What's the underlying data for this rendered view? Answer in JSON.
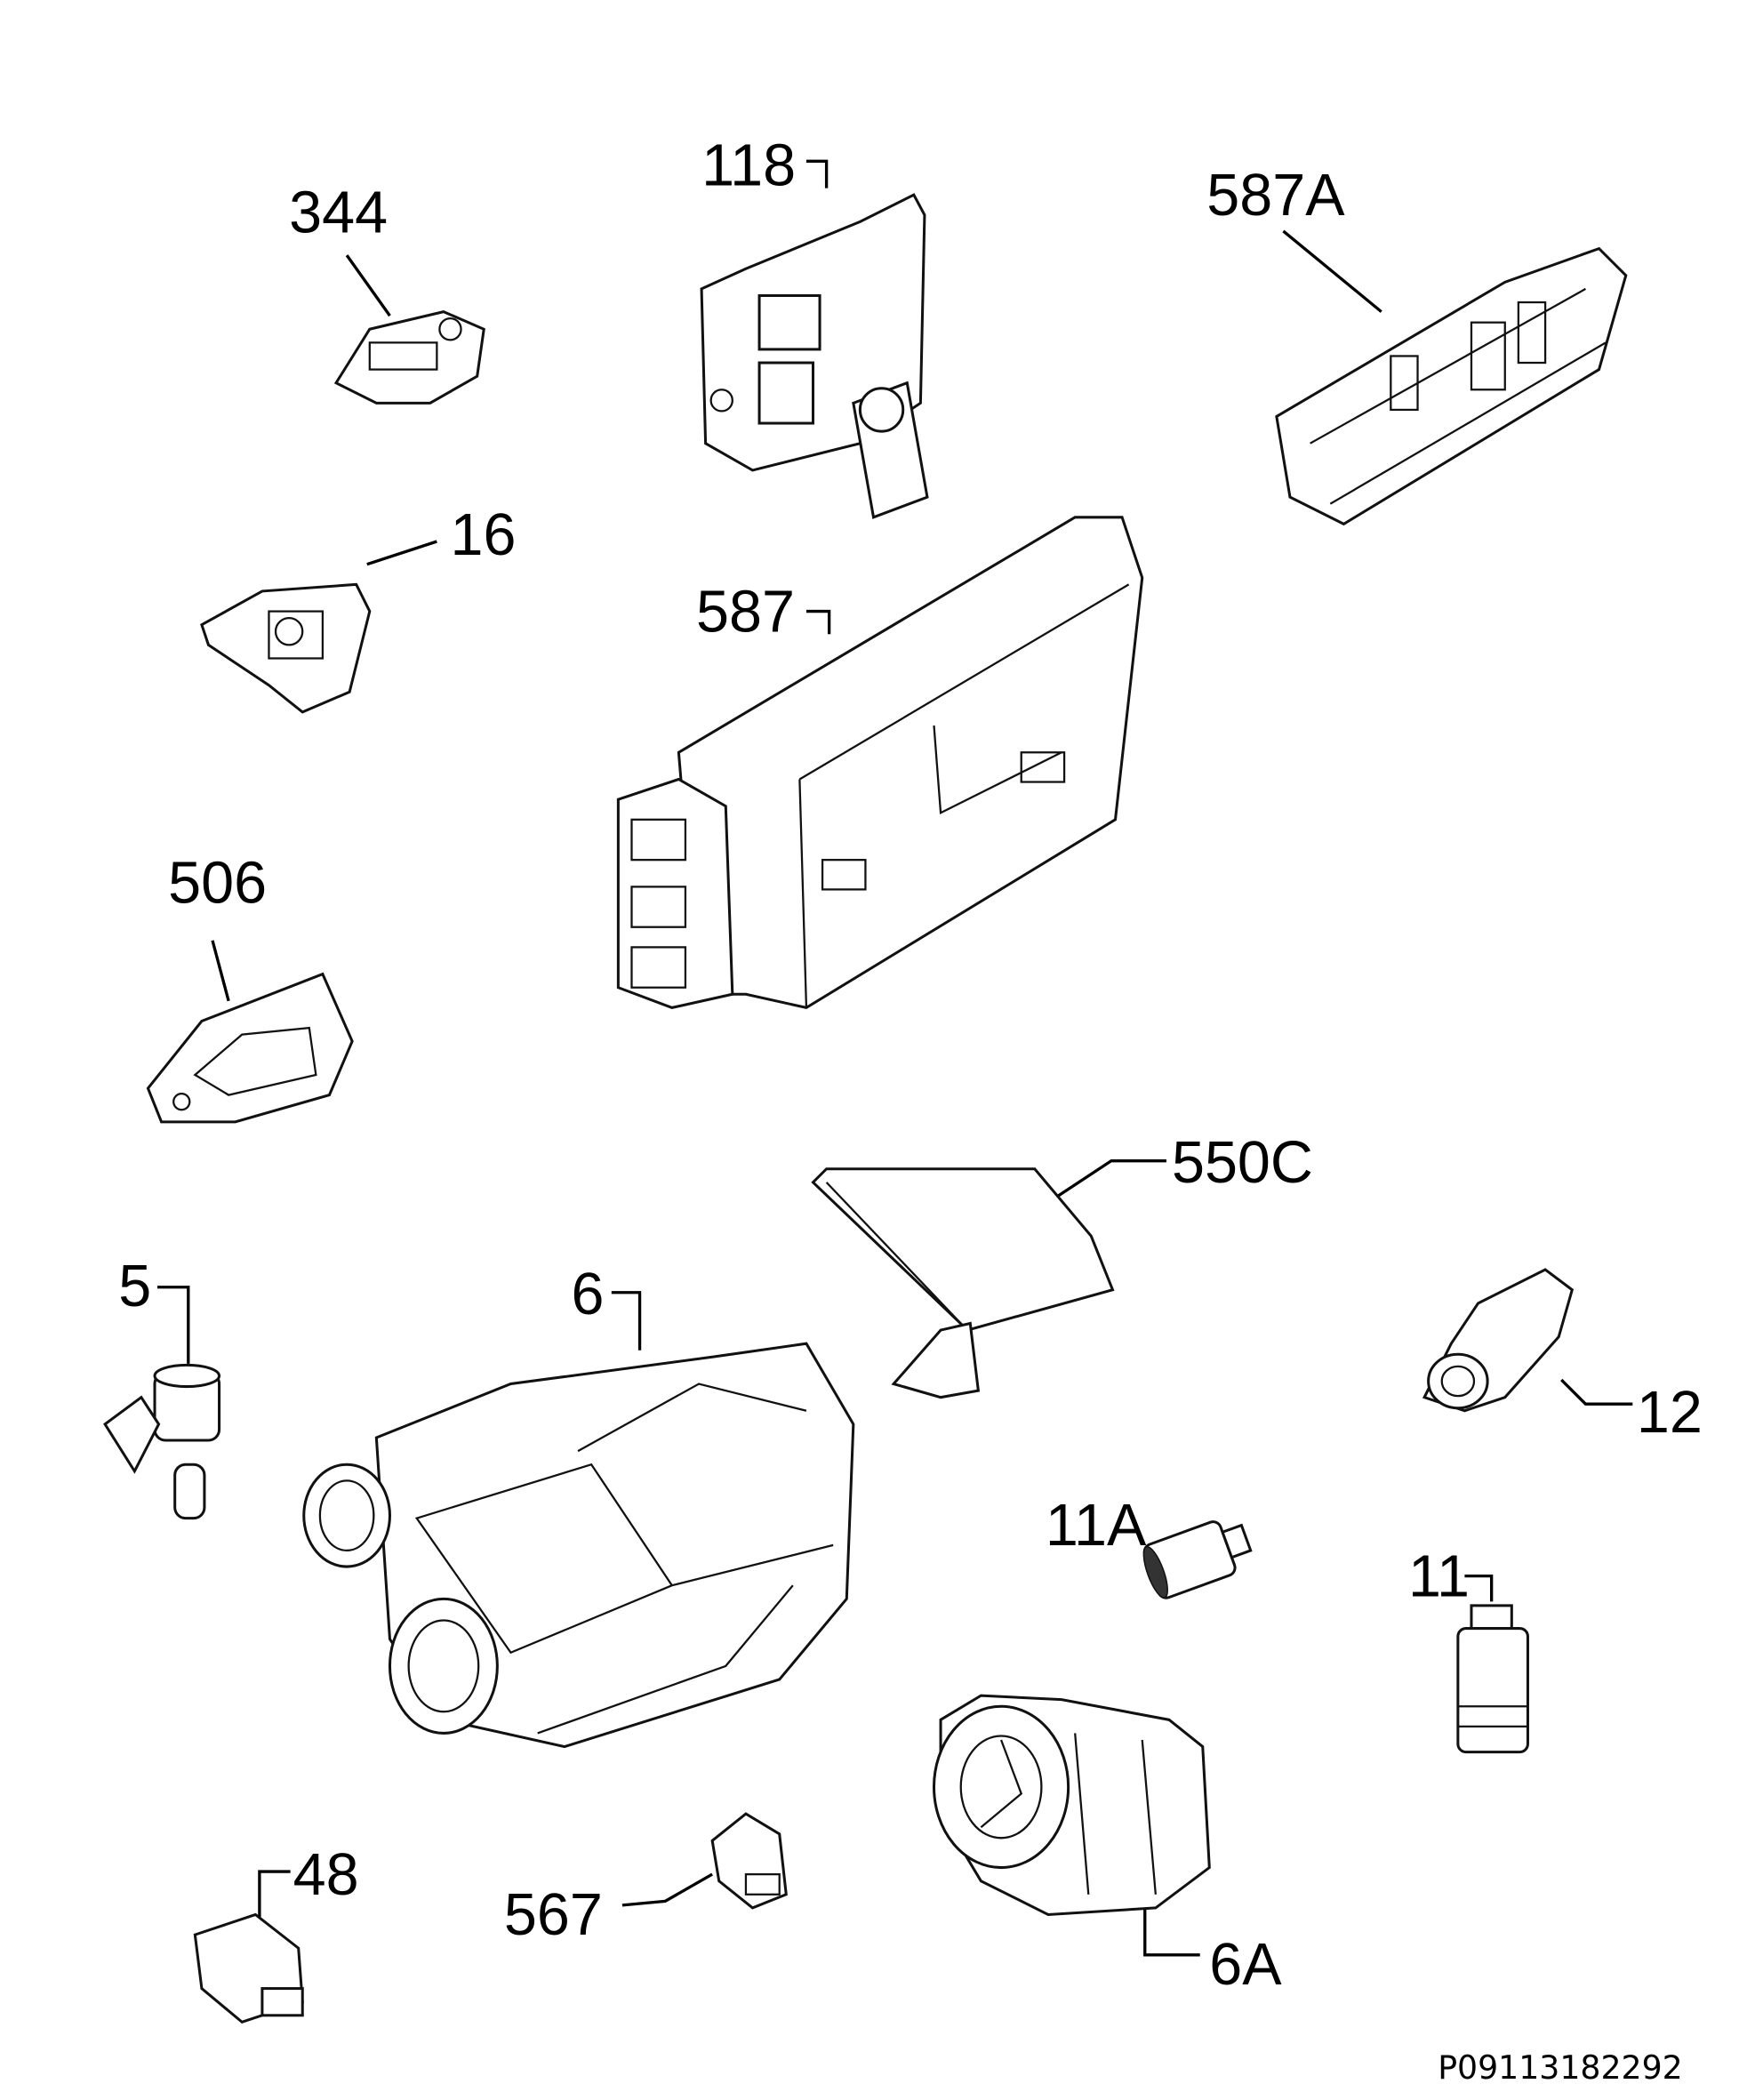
{
  "diagram": {
    "parts": [
      {
        "id": "344",
        "label": "344"
      },
      {
        "id": "118",
        "label": "118"
      },
      {
        "id": "587A",
        "label": "587A"
      },
      {
        "id": "16",
        "label": "16"
      },
      {
        "id": "587",
        "label": "587"
      },
      {
        "id": "506",
        "label": "506"
      },
      {
        "id": "550C",
        "label": "550C"
      },
      {
        "id": "5",
        "label": "5"
      },
      {
        "id": "6",
        "label": "6"
      },
      {
        "id": "12",
        "label": "12"
      },
      {
        "id": "11A",
        "label": "11A"
      },
      {
        "id": "11",
        "label": "11"
      },
      {
        "id": "48",
        "label": "48"
      },
      {
        "id": "567",
        "label": "567"
      },
      {
        "id": "6A",
        "label": "6A"
      }
    ],
    "drawing_code": "P09113182292"
  }
}
